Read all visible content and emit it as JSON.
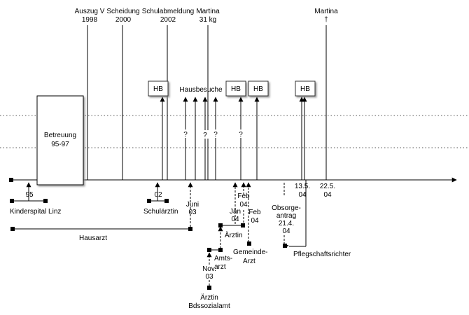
{
  "top_labels": {
    "auszug": [
      "Auszug V",
      "1998"
    ],
    "scheidung": [
      "Scheidung",
      "2000"
    ],
    "schulabmeldung": [
      "Schulabmeldung",
      "2002"
    ],
    "martina_kg": [
      "Martina",
      "31 kg"
    ],
    "martina_death": [
      "Martina",
      "†"
    ]
  },
  "hb_label": "HB",
  "hausbesuche_label": "Hausbesuche",
  "question_mark": "?",
  "betreuung": [
    "Betreuung",
    "95-97"
  ],
  "timeline_labels": {
    "y95": "95",
    "kinderspital": "Kinderspital Linz",
    "y02": "02",
    "schularztin": "Schulärztin",
    "juni03": [
      "Juni",
      "03"
    ],
    "hausarzt": "Hausarzt",
    "jan04": [
      "Jän",
      "04"
    ],
    "feb04a": [
      "Feb",
      "04"
    ],
    "feb04b": [
      "Feb",
      "04"
    ],
    "arztin": "Ärztin",
    "amtsarzt": [
      "Amts-",
      "arzt"
    ],
    "nov03": [
      "Nov.",
      "03"
    ],
    "arztin_bds": [
      "Ärztin",
      "Bdssozialamt"
    ],
    "gemeindearzt": [
      "Gemeinde-",
      "Arzt"
    ],
    "obsorgeantrag": [
      "Obsorge-",
      "antrag",
      "21.4.",
      "04"
    ],
    "d13_5": [
      "13.5.",
      "04"
    ],
    "d22_5": [
      "22.5.",
      "04"
    ],
    "pflegschaftsrichter": "Pflegschaftsrichter"
  }
}
